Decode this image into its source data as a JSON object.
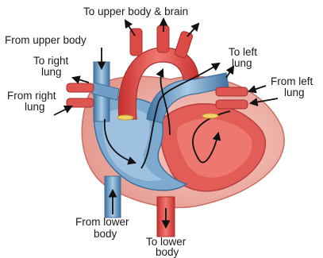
{
  "labels": {
    "upper_body_brain": "To upper body & brain",
    "from_upper_body": "From upper body",
    "to_right_lung_1": "To right",
    "to_right_lung_2": "lung",
    "to_left_lung_1": "To left",
    "to_left_lung_2": "lung",
    "from_left_lung_1": "From left",
    "from_left_lung_2": "lung",
    "from_right_lung_1": "From right",
    "from_right_lung_2": "lung",
    "from_lower_body_1": "From lower",
    "from_lower_body_2": "body",
    "to_lower_body_1": "To lower",
    "to_lower_body_2": "body"
  },
  "colors": {
    "oxygenated_red": "#e2504f",
    "deoxygenated_blue": "#6f9fc6",
    "wall_pink": "#f2b3aa",
    "flow_arrow": "#111111"
  }
}
